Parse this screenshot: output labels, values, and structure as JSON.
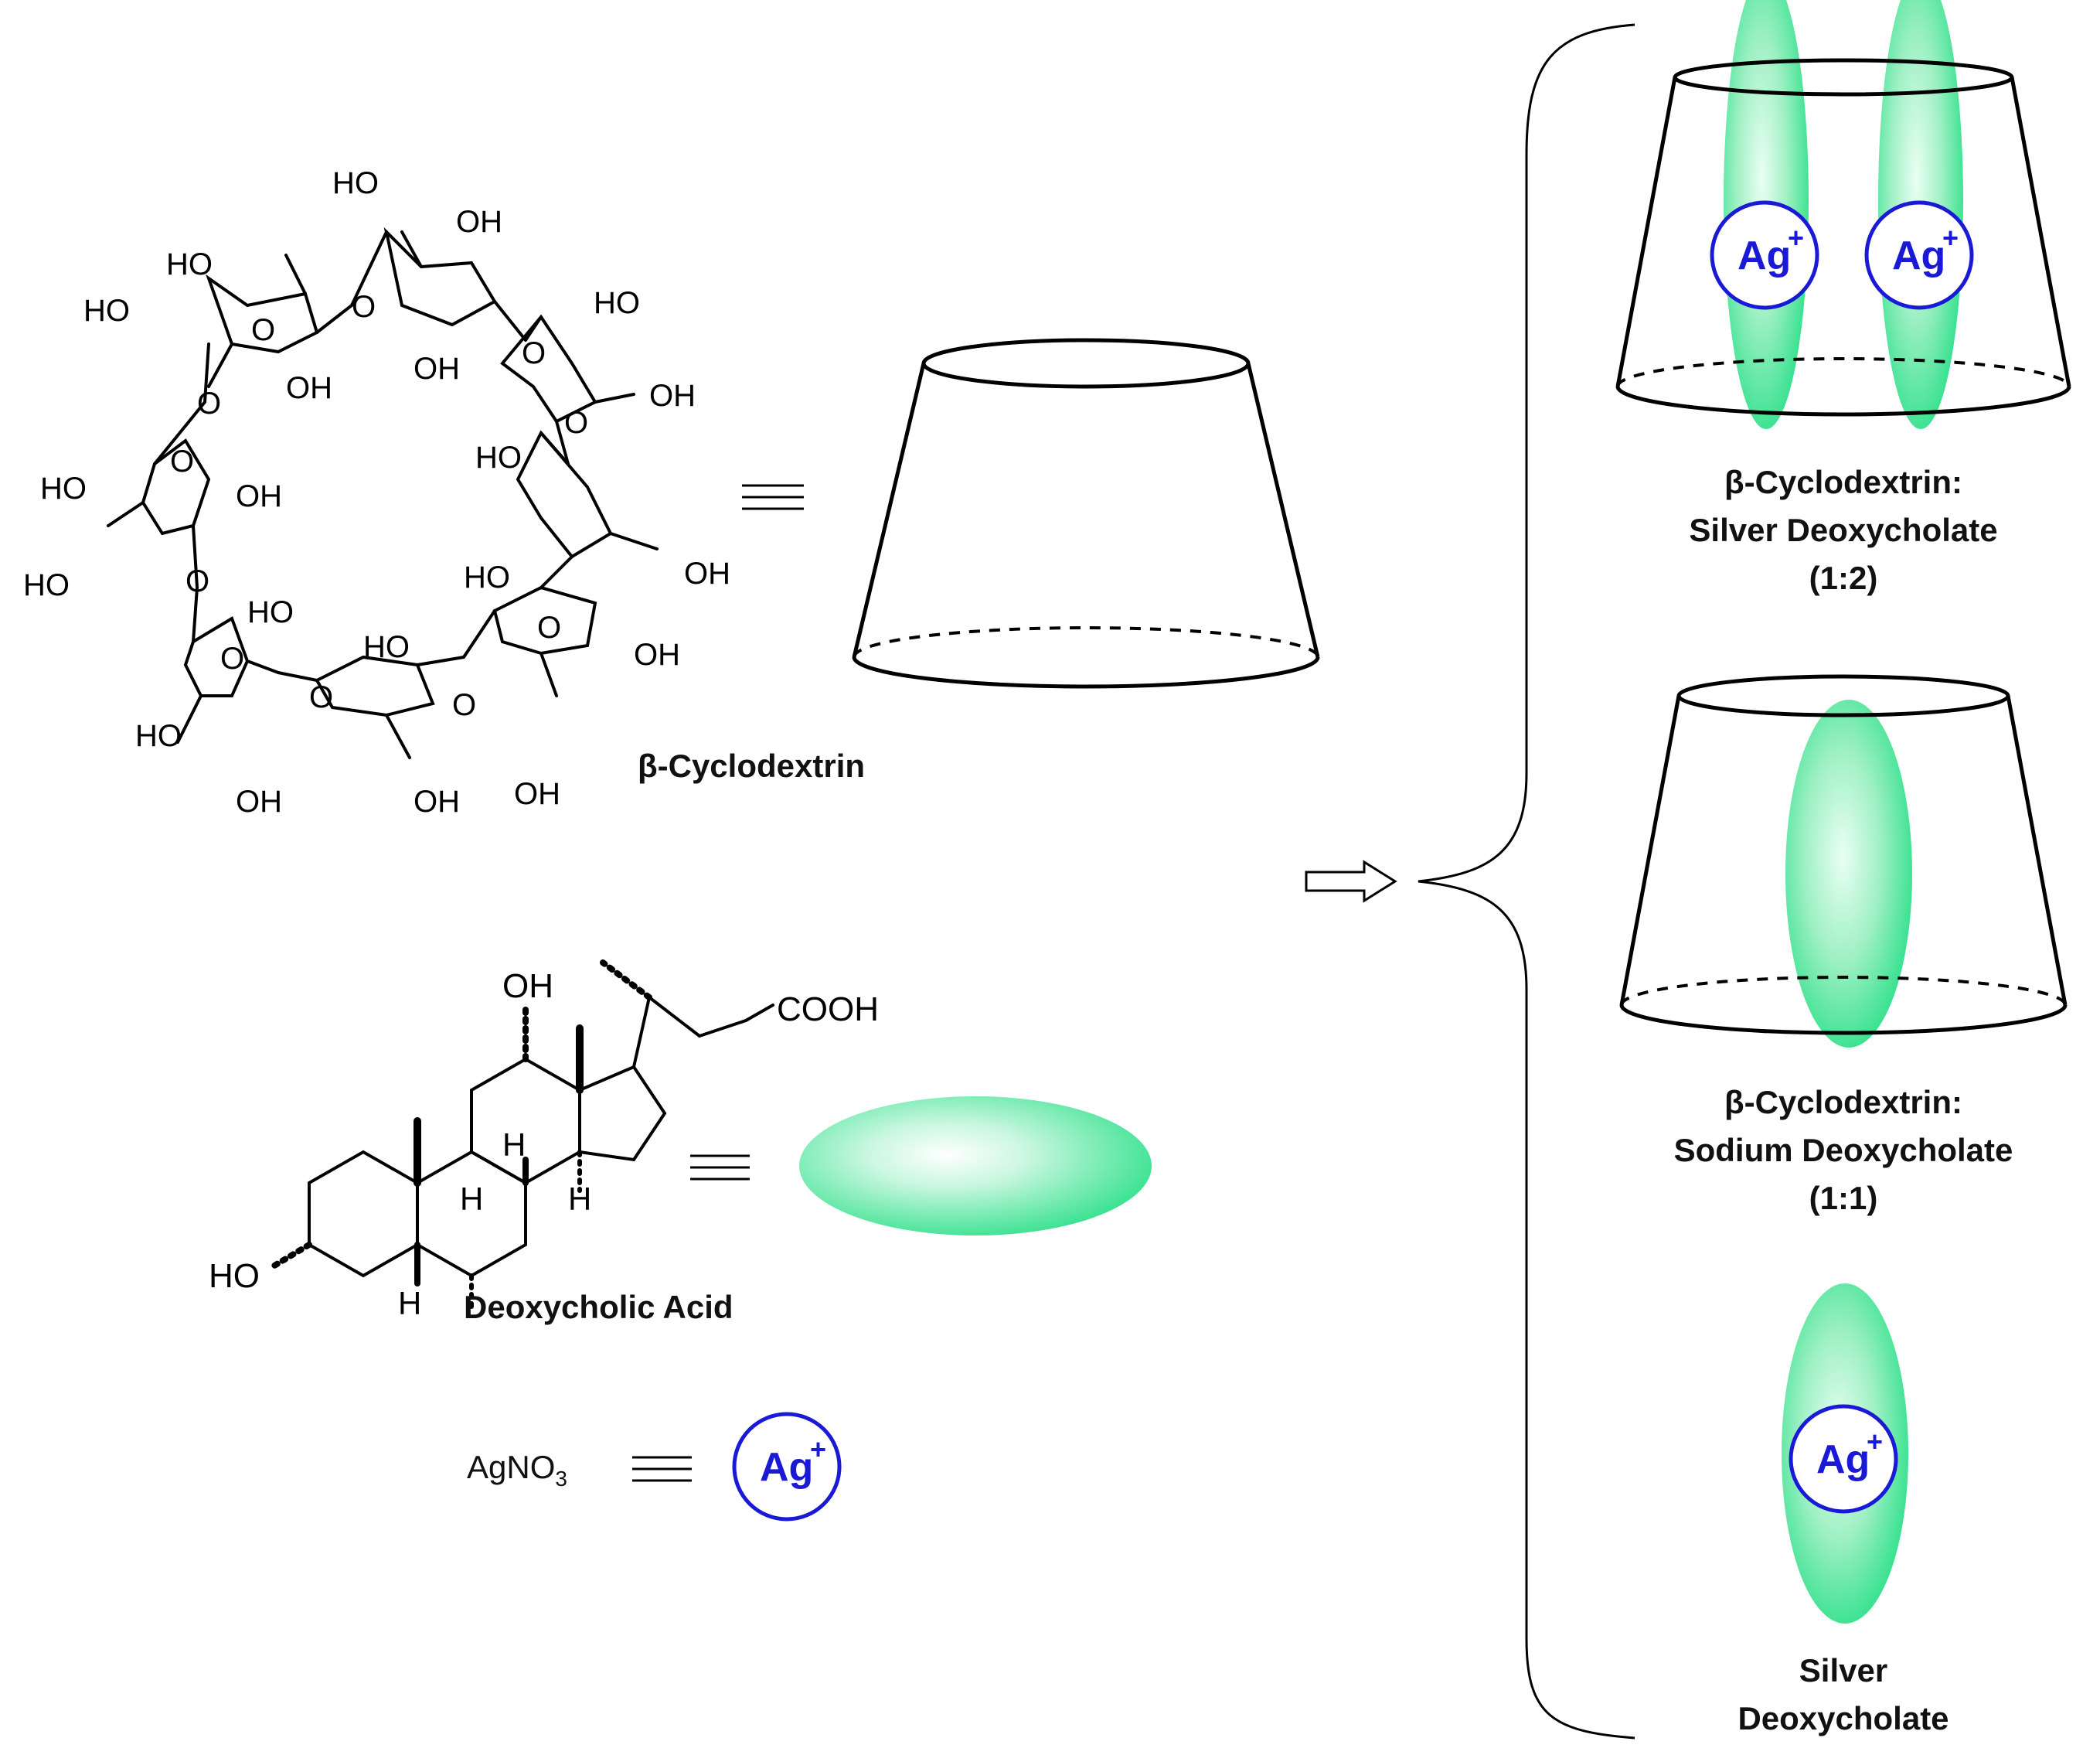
{
  "reagents": {
    "cyclodextrin": {
      "label": "β-Cyclodextrin",
      "equiv_symbol": "≡",
      "oh_label": "OH",
      "ho_label": "HO",
      "o_label": "O"
    },
    "deoxycholic": {
      "label": "Deoxycholic Acid",
      "equiv_symbol": "≡",
      "cooh_label": "COOH",
      "oh_label": "OH",
      "ho_label": "HO",
      "h_label": "H"
    },
    "silver_nitrate": {
      "formula_main": "AgNO",
      "formula_sub": "3",
      "equiv_symbol": "≡",
      "ion_label": "Ag",
      "ion_charge": "+"
    }
  },
  "arrow": {
    "symbol": "⇨"
  },
  "products": [
    {
      "line1": "β-Cyclodextrin:",
      "line2": "Silver Deoxycholate",
      "line3": "(1:2)"
    },
    {
      "line1": "β-Cyclodextrin:",
      "line2": "Sodium Deoxycholate",
      "line3": "(1:1)"
    },
    {
      "line1": "Silver",
      "line2": "Deoxycholate"
    }
  ],
  "colors": {
    "guest_green": "#2ee08a",
    "silver_blue": "#1a1ad6",
    "outline": "#000000"
  }
}
